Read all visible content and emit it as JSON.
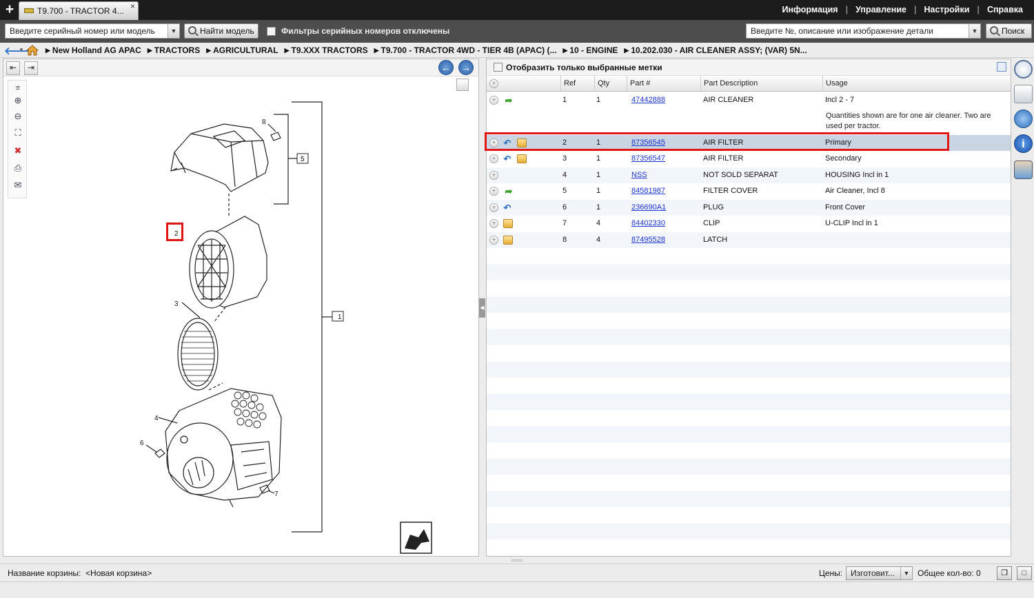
{
  "tab": {
    "title": "T9.700 - TRACTOR 4...",
    "close": "×"
  },
  "menu": {
    "info": "Информация",
    "manage": "Управление",
    "settings": "Настройки",
    "help": "Справка"
  },
  "toolbar": {
    "serial_input": "Введите серийный номер или модель",
    "find_model": "Найти модель",
    "filter_label": "Фильтры серийных номеров отключены",
    "part_search": "Введите №, описание или изображение детали",
    "search": "Поиск"
  },
  "breadcrumb": [
    "New Holland AG APAC",
    "TRACTORS",
    "AGRICULTURAL",
    "T9.XXX TRACTORS",
    "T9.700 - TRACTOR 4WD - TIER 4B (APAC) (...",
    "10 - ENGINE",
    "10.202.030 - AIR CLEANER ASSY; (VAR) 5N..."
  ],
  "parts_panel": {
    "show_selected_label": "Отобразить только выбранные метки",
    "columns": {
      "ref": "Ref",
      "qty": "Qty",
      "part": "Part #",
      "desc": "Part Description",
      "usage": "Usage"
    },
    "rows": [
      {
        "ref": "1",
        "qty": "1",
        "part": "47442888",
        "desc": "AIR CLEANER",
        "usage": "Incl 2 - 7",
        "icons": [
          "green-arrow"
        ]
      },
      {
        "ref": "2",
        "qty": "1",
        "part": "87356545",
        "desc": "AIR FILTER",
        "usage": "Primary",
        "icons": [
          "blue-arrow",
          "box"
        ]
      },
      {
        "ref": "3",
        "qty": "1",
        "part": "87356547",
        "desc": "AIR FILTER",
        "usage": "Secondary",
        "icons": [
          "blue-arrow",
          "box"
        ]
      },
      {
        "ref": "4",
        "qty": "1",
        "part": "NSS",
        "desc": "NOT SOLD SEPARAT",
        "usage": "HOUSING Incl in 1",
        "icons": []
      },
      {
        "ref": "5",
        "qty": "1",
        "part": "84581987",
        "desc": "FILTER COVER",
        "usage": "Air Cleaner, Incl 8",
        "icons": [
          "green-arrow"
        ]
      },
      {
        "ref": "6",
        "qty": "1",
        "part": "236690A1",
        "desc": "PLUG",
        "usage": "Front Cover",
        "icons": [
          "blue-arrow"
        ]
      },
      {
        "ref": "7",
        "qty": "4",
        "part": "84402330",
        "desc": "CLIP",
        "usage": "U-CLIP Incl in 1",
        "icons": [
          "box"
        ]
      },
      {
        "ref": "8",
        "qty": "4",
        "part": "87495528",
        "desc": "LATCH",
        "usage": "",
        "icons": [
          "box"
        ]
      }
    ],
    "note": "Quantities shown are for one air cleaner. Two are used per tractor."
  },
  "diagram": {
    "callouts": [
      "1",
      "2",
      "3",
      "4",
      "5",
      "6",
      "7",
      "8"
    ]
  },
  "bottom": {
    "basket_label": "Название корзины:",
    "basket_value": "<Новая корзина>",
    "price_label": "Цены:",
    "price_value": "Изготовит...",
    "qty_label": "Общее кол-во: 0"
  },
  "colors": {
    "selection": "#c9d5e3",
    "highlight": "#e01515",
    "link": "#1a33cc",
    "topbar": "#1c1c1c",
    "toolbar": "#4d4d4d"
  }
}
